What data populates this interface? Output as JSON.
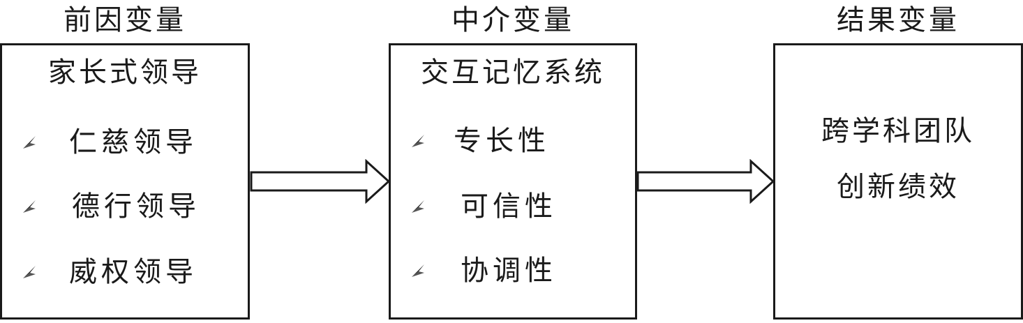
{
  "columns": [
    {
      "title": "前因变量",
      "box_title": "家长式领导",
      "items": [
        "仁慈领导",
        "德行领导",
        "威权领导"
      ]
    },
    {
      "title": "中介变量",
      "box_title": "交互记忆系统",
      "items": [
        "专长性",
        "可信性",
        "协调性"
      ]
    },
    {
      "title": "结果变量",
      "outcome_lines": [
        "跨学科团队",
        "创新绩效"
      ]
    }
  ]
}
